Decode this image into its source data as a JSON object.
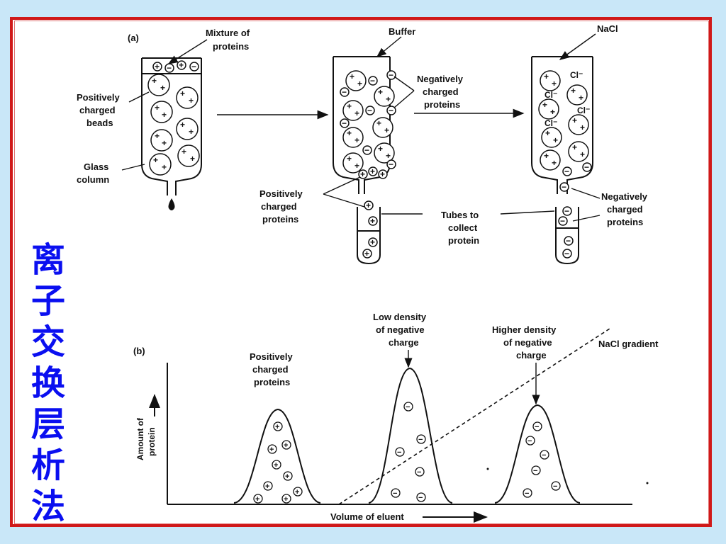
{
  "side_title": "离子交换层析法",
  "panel_a": {
    "label": "(a)",
    "mixture_label": [
      "Mixture of",
      "proteins"
    ],
    "pos_beads_label": [
      "Positively",
      "charged",
      "beads"
    ],
    "glass_column_label": [
      "Glass",
      "column"
    ],
    "buffer_label": "Buffer",
    "neg_proteins_label_1": [
      "Negatively",
      "charged",
      "proteins"
    ],
    "pos_proteins_label": [
      "Positively",
      "charged",
      "proteins"
    ],
    "tubes_label": [
      "Tubes to",
      "collect",
      "protein"
    ],
    "nacl_label": "NaCl",
    "neg_proteins_label_2": [
      "Negatively",
      "charged",
      "proteins"
    ],
    "chloride": "Cl⁻"
  },
  "panel_b": {
    "label": "(b)",
    "pos_peak_label": [
      "Positively",
      "charged",
      "proteins"
    ],
    "low_density_label": [
      "Low density",
      "of negative",
      "charge"
    ],
    "high_density_label": [
      "Higher density",
      "of negative",
      "charge"
    ],
    "gradient_label": "NaCl gradient",
    "y_axis_label": [
      "Amount of",
      "protein"
    ],
    "x_axis_label": "Volume of eluent"
  },
  "colors": {
    "background": "#c9e7f8",
    "frame": "#d01919",
    "title": "#0a0ff0"
  }
}
